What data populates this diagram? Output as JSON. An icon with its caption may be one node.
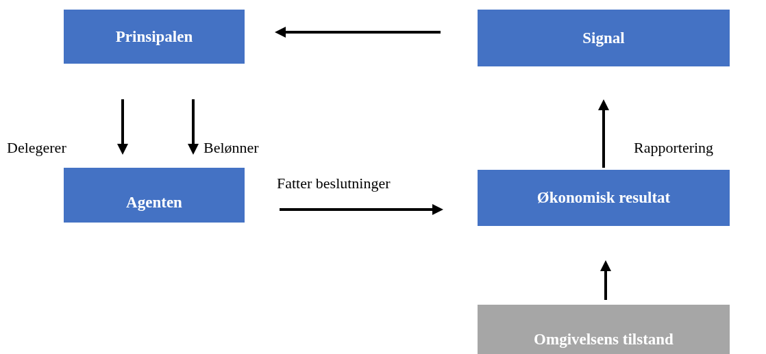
{
  "diagram": {
    "nodes": [
      {
        "text": [
          "Prinsipalen"
        ]
      },
      {
        "text": [
          "Signal"
        ]
      },
      {
        "text": [
          "Agenten"
        ]
      },
      {
        "text": [
          "Økonomisk resultat"
        ]
      },
      {
        "text": [
          "Omgivelsens tilstand"
        ]
      }
    ],
    "edges": [
      {
        "from": 1,
        "to": 0,
        "arrow": "to"
      },
      {
        "from": 0,
        "to": 2,
        "arrow": "to",
        "label": "Delegerer"
      },
      {
        "from": 0,
        "to": 2,
        "arrow": "to",
        "label": "Belønner"
      },
      {
        "from": 2,
        "to": 3,
        "arrow": "to",
        "label": "Fatter beslutninger"
      },
      {
        "from": 3,
        "to": 1,
        "arrow": "to",
        "label": "Rapportering"
      },
      {
        "from": 4,
        "to": 3,
        "arrow": "to"
      }
    ]
  }
}
